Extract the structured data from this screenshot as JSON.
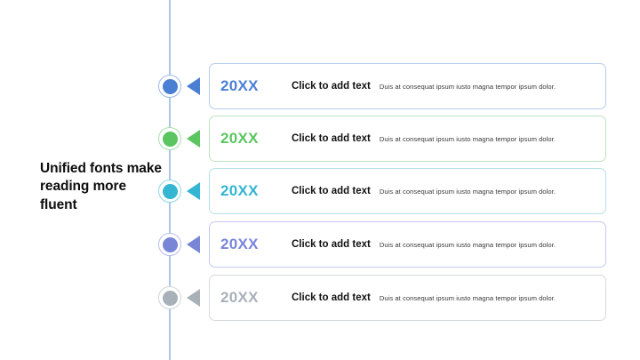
{
  "slide": {
    "headline": "Unified fonts make reading more fluent",
    "timeline_axis_color": "#aac6ea"
  },
  "rows": [
    {
      "year": "20XX",
      "title": "Click to add text",
      "description": "Duis at consequat ipsum iusto magna tempor ipsum dolor.",
      "color": "#4a7fd4",
      "border_color": "#b6cdeb",
      "marker_icon": "timeline-dot-icon",
      "arrow_icon": "triangle-left-icon"
    },
    {
      "year": "20XX",
      "title": "Click to add text",
      "description": "Duis at consequat ipsum iusto magna tempor ipsum dolor.",
      "color": "#5bc55f",
      "border_color": "#bde3bf",
      "marker_icon": "timeline-dot-icon",
      "arrow_icon": "triangle-left-icon"
    },
    {
      "year": "20XX",
      "title": "Click to add text",
      "description": "Duis at consequat ipsum iusto magna tempor ipsum dolor.",
      "color": "#34b5d1",
      "border_color": "#b3dfe9",
      "marker_icon": "timeline-dot-icon",
      "arrow_icon": "triangle-left-icon"
    },
    {
      "year": "20XX",
      "title": "Click to add text",
      "description": "Duis at consequat ipsum iusto magna tempor ipsum dolor.",
      "color": "#7986d8",
      "border_color": "#c3c9ec",
      "marker_icon": "timeline-dot-icon",
      "arrow_icon": "triangle-left-icon"
    },
    {
      "year": "20XX",
      "title": "Click to add text",
      "description": "Duis at consequat ipsum iusto magna tempor ipsum dolor.",
      "color": "#a8b0b8",
      "border_color": "#d5dade",
      "marker_icon": "timeline-dot-icon",
      "arrow_icon": "triangle-left-icon"
    }
  ]
}
